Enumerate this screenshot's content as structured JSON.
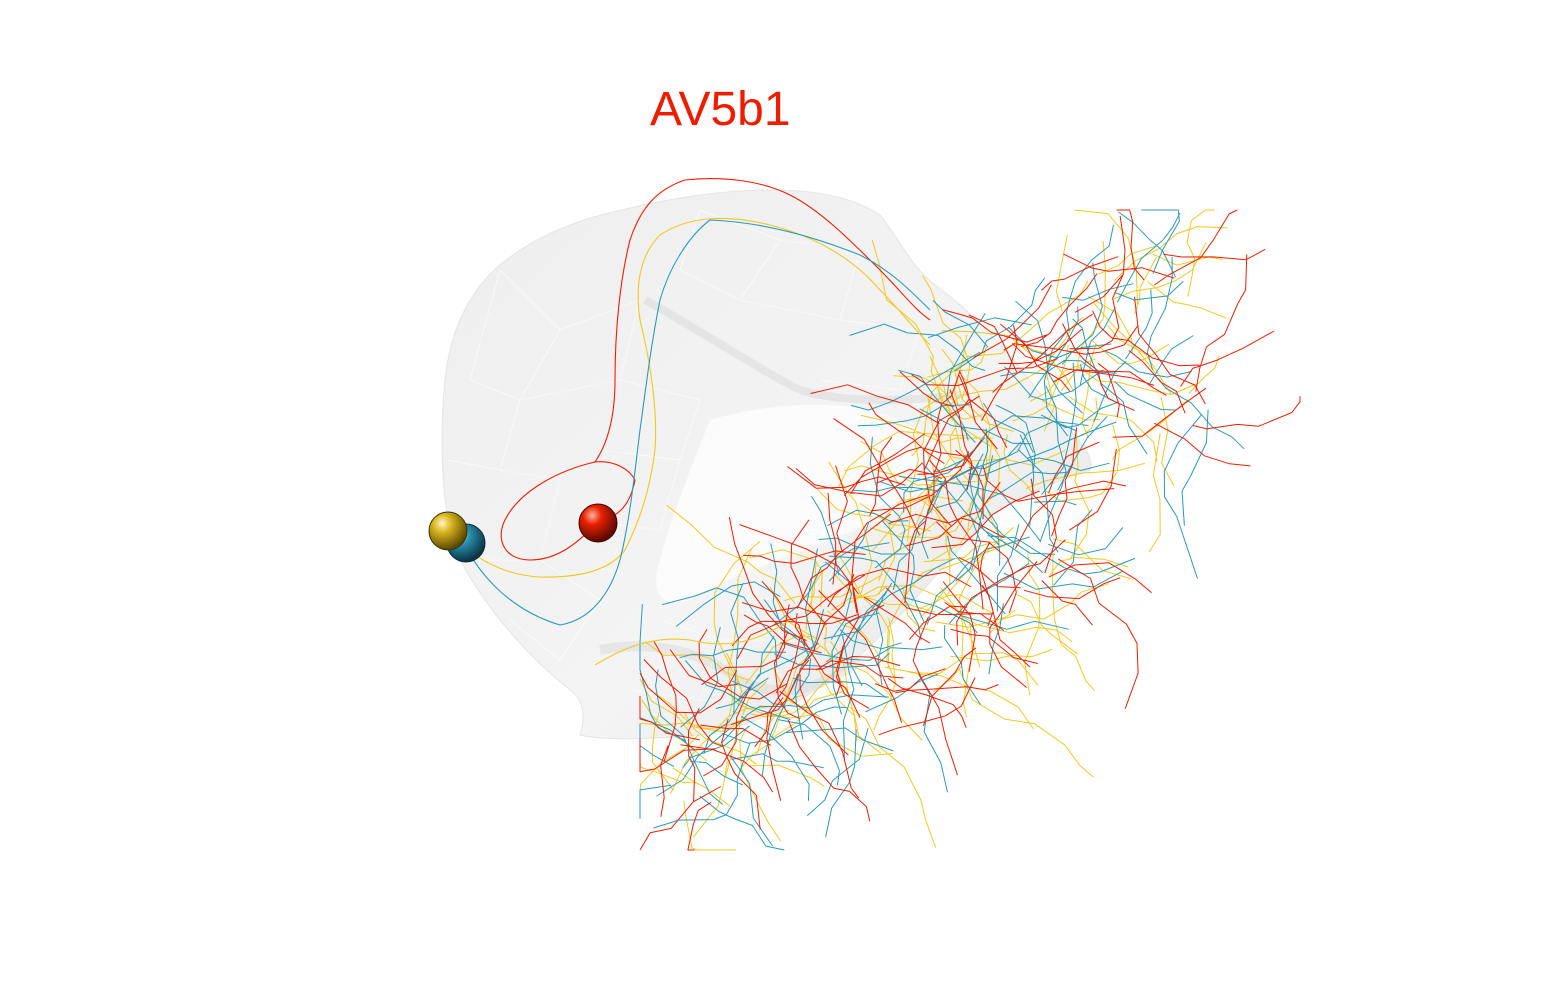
{
  "title": "AV5b1",
  "colors": {
    "title": "#ee1d00",
    "neuron_red": "#ee1d00",
    "neuron_yellow": "#f2c81e",
    "neuron_blue": "#2a9bb8",
    "mesh_fill": "#e9e9e9",
    "mesh_edge": "#ffffff"
  },
  "neurons": [
    {
      "id": "red",
      "color": "#ee1d00"
    },
    {
      "id": "yellow",
      "color": "#f2c81e"
    },
    {
      "id": "blue",
      "color": "#2a9bb8"
    }
  ]
}
